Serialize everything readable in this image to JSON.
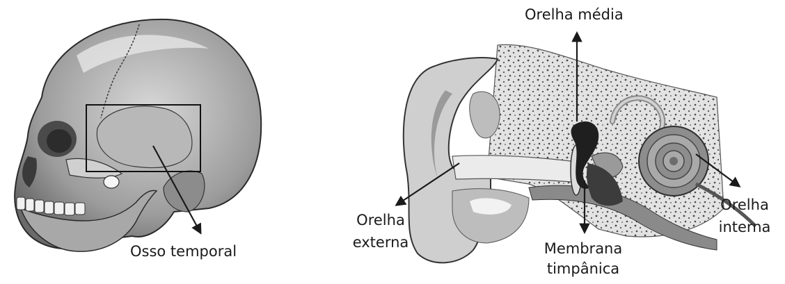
{
  "labels": {
    "osso_temporal": "Osso temporal",
    "orelha_media": "Orelha média",
    "orelha_externa_line1": "Orelha",
    "orelha_externa_line2": "externa",
    "membrana_line1": "Membrana",
    "membrana_line2": "timpânica",
    "orelha_interna_line1": "Orelha",
    "orelha_interna_line2": "interna"
  },
  "icons": {
    "skull": "skull-illustration",
    "ear": "ear-cross-section-illustration"
  },
  "colors": {
    "ink": "#1a1a1a",
    "bone_light": "#cfcfcf",
    "bone_mid": "#a8a8a8",
    "bone_dark": "#5e5e5e"
  }
}
